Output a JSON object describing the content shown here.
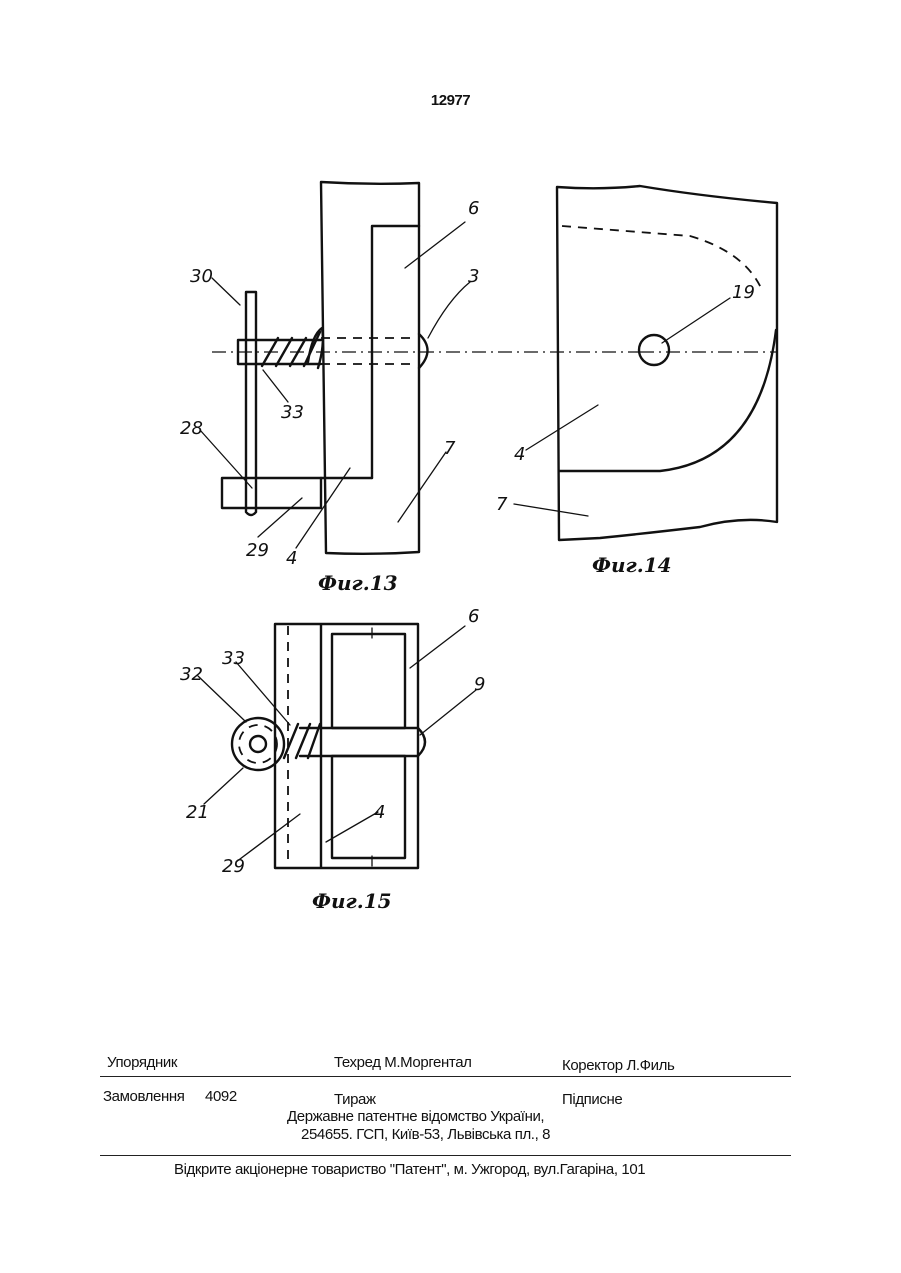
{
  "page": {
    "number": "12977"
  },
  "figures": [
    {
      "caption": "Фиг.13",
      "labels": [
        {
          "id": "f13-l30",
          "text": "30"
        },
        {
          "id": "f13-l6",
          "text": "6"
        },
        {
          "id": "f13-l3",
          "text": "3"
        },
        {
          "id": "f13-l33",
          "text": "33"
        },
        {
          "id": "f13-l28",
          "text": "28"
        },
        {
          "id": "f13-l7",
          "text": "7"
        },
        {
          "id": "f13-l29",
          "text": "29"
        },
        {
          "id": "f13-l4",
          "text": "4"
        }
      ]
    },
    {
      "caption": "Фиг.14",
      "labels": [
        {
          "id": "f14-l19",
          "text": "19"
        },
        {
          "id": "f14-l4",
          "text": "4"
        },
        {
          "id": "f14-l7",
          "text": "7"
        }
      ]
    },
    {
      "caption": "Фиг.15",
      "labels": [
        {
          "id": "f15-l6",
          "text": "6"
        },
        {
          "id": "f15-l32",
          "text": "32"
        },
        {
          "id": "f15-l33",
          "text": "33"
        },
        {
          "id": "f15-l9",
          "text": "9"
        },
        {
          "id": "f15-l21",
          "text": "21"
        },
        {
          "id": "f15-l4",
          "text": "4"
        },
        {
          "id": "f15-l29",
          "text": "29"
        }
      ]
    }
  ],
  "footer": {
    "compiler": "Упорядник",
    "techred": "Техред М.Моргентал",
    "corrector": "Коректор Л.Филь",
    "order_label": "Замовлення",
    "order_number": "4092",
    "circulation": "Тираж",
    "signed": "Підписне",
    "office_name": "Державне  патентне відомство України,",
    "office_address": "254655. ГСП, Київ-53, Львівська пл., 8",
    "publisher": "Відкрите акціонерне товариство \"Патент\", м. Ужгород, вул.Гагаріна, 101"
  }
}
